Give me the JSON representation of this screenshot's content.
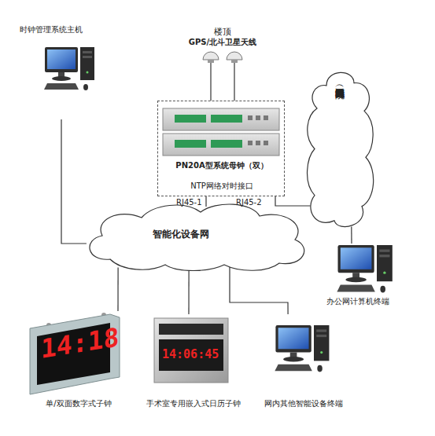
{
  "diagram": {
    "nodes": [
      {
        "text": [
          "楼顶",
          "GPS/北斗卫星天线"
        ]
      },
      {
        "text": [
          "PN20A型系统母钟（双）",
          "NTP网络对时接口"
        ]
      },
      {
        "text": [
          "时钟管理系统主机"
        ]
      },
      {
        "text": [
          "智能化设备网"
        ]
      },
      {
        "text": [
          "医院计算机局域网内网（办公网）"
        ]
      },
      {
        "text": [
          "办公网计算机终端"
        ]
      },
      {
        "text": [
          "单/双面数字式子钟"
        ]
      },
      {
        "text": [
          "手术室专用嵌入式日历子钟"
        ]
      },
      {
        "text": [
          "网内其他智能设备终端"
        ]
      }
    ],
    "edges": [
      {
        "from": 0,
        "to": 1,
        "arrow": "none"
      },
      {
        "from": 2,
        "to": 3,
        "arrow": "none"
      },
      {
        "from": 1,
        "to": 3,
        "label": "RJ45-1",
        "arrow": "none"
      },
      {
        "from": 1,
        "to": 4,
        "label": "RJ45-2",
        "arrow": "none"
      },
      {
        "from": 4,
        "to": 5,
        "arrow": "none"
      },
      {
        "from": 3,
        "to": 6,
        "arrow": "none"
      },
      {
        "from": 3,
        "to": 7,
        "arrow": "none"
      },
      {
        "from": 3,
        "to": 8,
        "arrow": "none"
      }
    ],
    "labels": [
      "14:18",
      "14:06:45"
    ]
  }
}
